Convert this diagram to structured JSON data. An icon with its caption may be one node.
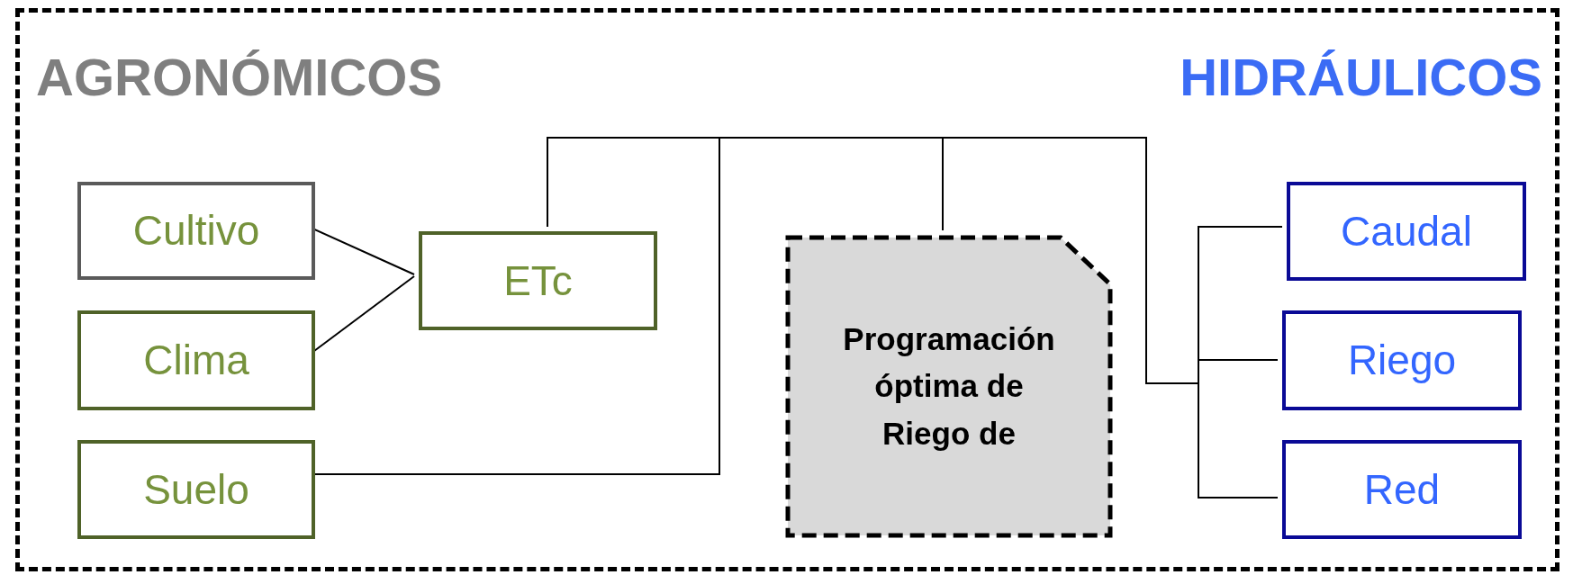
{
  "diagram": {
    "nodes": [
      {
        "text": [
          "AGRONÓMICOS",
          "HIDRÁULICOS"
        ]
      },
      {
        "text": [
          "Cultivo"
        ],
        "in": 0
      },
      {
        "text": [
          "Clima"
        ],
        "in": 0
      },
      {
        "text": [
          "Suelo"
        ],
        "in": 0
      },
      {
        "text": [
          "ETc"
        ],
        "in": 0
      },
      {
        "text": [
          "Programación óptima de Riego de"
        ],
        "in": 0
      },
      {
        "text": [
          "Caudal"
        ],
        "in": 0
      },
      {
        "text": [
          "Riego"
        ],
        "in": 0
      },
      {
        "text": [
          "Red"
        ],
        "in": 0
      }
    ],
    "edges": [
      {
        "from": 1,
        "to": 4,
        "arrow": "none"
      },
      {
        "from": 2,
        "to": 4,
        "arrow": "none"
      },
      {
        "from": 4,
        "to": 5,
        "arrow": "none"
      },
      {
        "from": 3,
        "to": 5,
        "arrow": "none"
      },
      {
        "from": 6,
        "to": 5,
        "arrow": "none"
      },
      {
        "from": 7,
        "to": 5,
        "arrow": "none"
      },
      {
        "from": 8,
        "to": 5,
        "arrow": "none"
      }
    ]
  }
}
